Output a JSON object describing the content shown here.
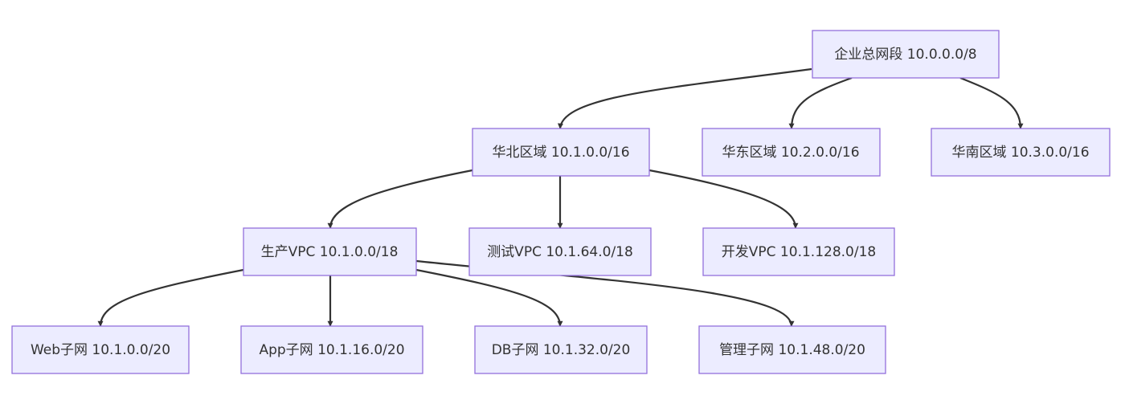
{
  "diagram": {
    "nodes": {
      "root": {
        "label": "企业总网段 10.0.0.0/8"
      },
      "north": {
        "label": "华北区域 10.1.0.0/16"
      },
      "east": {
        "label": "华东区域 10.2.0.0/16"
      },
      "south": {
        "label": "华南区域 10.3.0.0/16"
      },
      "prod": {
        "label": "生产VPC 10.1.0.0/18"
      },
      "test": {
        "label": "测试VPC 10.1.64.0/18"
      },
      "dev": {
        "label": "开发VPC 10.1.128.0/18"
      },
      "web": {
        "label": "Web子网 10.1.0.0/20"
      },
      "app": {
        "label": "App子网 10.1.16.0/20"
      },
      "db": {
        "label": "DB子网 10.1.32.0/20"
      },
      "mgmt": {
        "label": "管理子网 10.1.48.0/20"
      }
    },
    "edges": [
      {
        "from": "root",
        "to": "north"
      },
      {
        "from": "root",
        "to": "east"
      },
      {
        "from": "root",
        "to": "south"
      },
      {
        "from": "north",
        "to": "prod"
      },
      {
        "from": "north",
        "to": "test"
      },
      {
        "from": "north",
        "to": "dev"
      },
      {
        "from": "prod",
        "to": "web"
      },
      {
        "from": "prod",
        "to": "app"
      },
      {
        "from": "prod",
        "to": "db"
      },
      {
        "from": "prod",
        "to": "mgmt"
      }
    ]
  }
}
